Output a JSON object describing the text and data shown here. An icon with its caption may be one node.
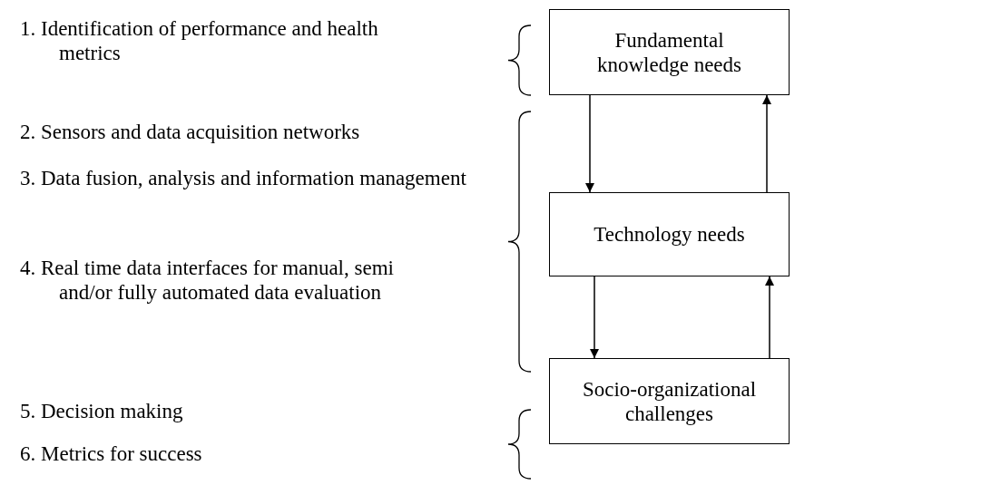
{
  "diagram": {
    "nodes": [
      {
        "text": [
          "Fundamental knowledge needs"
        ]
      },
      {
        "text": [
          "Technology needs"
        ]
      },
      {
        "text": [
          "Socio-organizational challenges"
        ]
      }
    ],
    "edges": [
      {
        "from": 0,
        "to": 1,
        "arrow": "to"
      },
      {
        "from": 1,
        "to": 0,
        "arrow": "to"
      },
      {
        "from": 1,
        "to": 2,
        "arrow": "to"
      },
      {
        "from": 2,
        "to": 1,
        "arrow": "to"
      }
    ],
    "labels": [
      "1. Identification of performance and health metrics",
      "2. Sensors and data acquisition networks",
      "3. Data fusion, analysis and information management",
      "4. Real time data interfaces for manual, semi and/or fully automated data evaluation",
      "5. Decision making",
      "6. Metrics for success"
    ]
  }
}
